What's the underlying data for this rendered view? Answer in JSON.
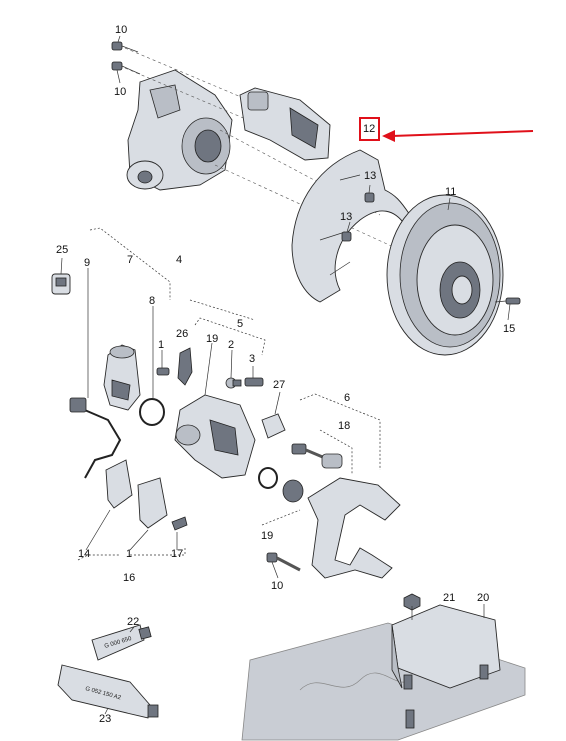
{
  "callouts": {
    "c10a": "10",
    "c10b": "10",
    "c12": "12",
    "c13a": "13",
    "c13b": "13",
    "c11": "11",
    "c15": "15",
    "c25": "25",
    "c9": "9",
    "c7": "7",
    "c4": "4",
    "c8": "8",
    "c26": "26",
    "c5": "5",
    "c1a": "1",
    "c19a": "19",
    "c2": "2",
    "c3": "3",
    "c27": "27",
    "c6": "6",
    "c18": "18",
    "c19b": "19",
    "c14": "14",
    "c1b": "1",
    "c16": "16",
    "c17": "17",
    "c10c": "10",
    "c21": "21",
    "c20": "20",
    "c22": "22",
    "c23": "23"
  },
  "tube_22_text": "G 000 650",
  "tube_23_text": "G 052 150 A2",
  "highlight": {
    "part": "12",
    "color": "#e0101a"
  }
}
